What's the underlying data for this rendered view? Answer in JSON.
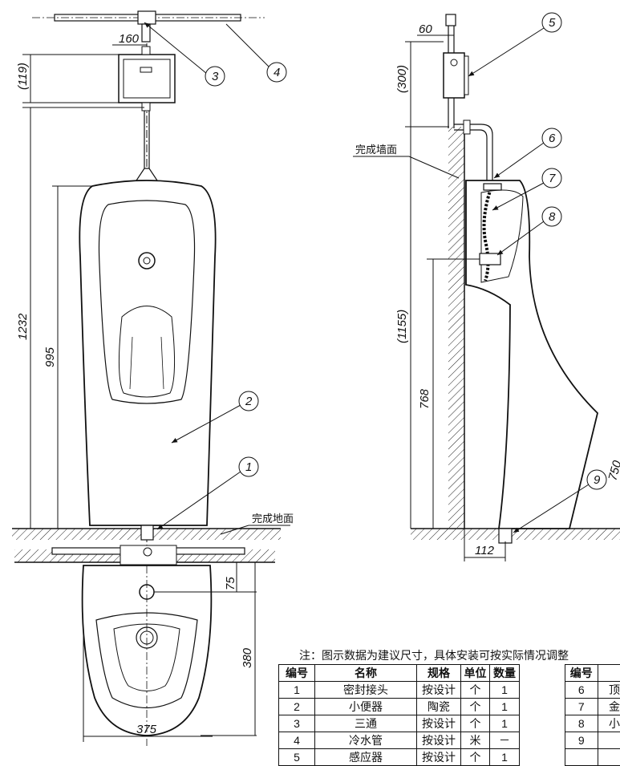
{
  "dimensions": {
    "d160": "160",
    "d119": "(119)",
    "d1232": "1232",
    "d995": "995",
    "d60": "60",
    "d300": "(300)",
    "d1155": "(1155)",
    "d768": "768",
    "d112": "112",
    "d750": "750",
    "d75": "75",
    "d380": "380",
    "d375": "375"
  },
  "labels": {
    "finished_wall": "完成墙面",
    "finished_floor": "完成地面"
  },
  "callouts": [
    "1",
    "2",
    "3",
    "4",
    "5",
    "6",
    "7",
    "8",
    "9"
  ],
  "note": "注：图示数据为建议尺寸，具体安装可按实际情况调整",
  "parts_table": {
    "headers": [
      "编号",
      "名称",
      "规格",
      "单位",
      "数量"
    ],
    "rows": [
      [
        "1",
        "密封接头",
        "按设计",
        "个",
        "1"
      ],
      [
        "2",
        "小便器",
        "陶瓷",
        "个",
        "1"
      ],
      [
        "3",
        "三通",
        "按设计",
        "个",
        "1"
      ],
      [
        "4",
        "冷水管",
        "按设计",
        "米",
        "－"
      ],
      [
        "5",
        "感应器",
        "按设计",
        "个",
        "1"
      ]
    ]
  },
  "parts_table_right": {
    "header": "编号",
    "rows": [
      [
        "6",
        "顶"
      ],
      [
        "7",
        "金"
      ],
      [
        "8",
        "小"
      ],
      [
        "9",
        ""
      ],
      [
        "",
        ""
      ]
    ]
  }
}
